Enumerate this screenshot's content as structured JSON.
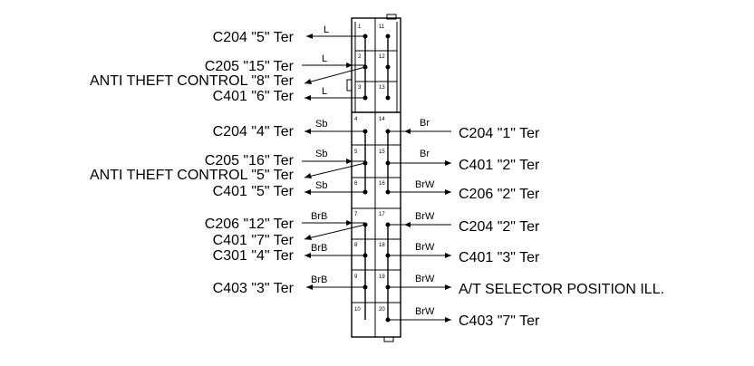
{
  "left_labels": [
    {
      "text": "C204 \"5\" Ter"
    },
    {
      "text": "C205 \"15\" Ter"
    },
    {
      "text": "ANTI THEFT CONTROL \"8\" Ter"
    },
    {
      "text": "C401 \"6\" Ter"
    },
    {
      "text": "C204 \"4\" Ter"
    },
    {
      "text": "C205 \"16\" Ter"
    },
    {
      "text": "ANTI THEFT CONTROL \"5\" Ter"
    },
    {
      "text": "C401 \"5\" Ter"
    },
    {
      "text": "C206 \"12\" Ter"
    },
    {
      "text": "C401 \"7\" Ter"
    },
    {
      "text": "C301 \"4\" Ter"
    },
    {
      "text": "C403 \"3\" Ter"
    }
  ],
  "right_labels": [
    {
      "text": "C204 \"1\" Ter"
    },
    {
      "text": "C401 \"2\" Ter"
    },
    {
      "text": "C206 \"2\" Ter"
    },
    {
      "text": "C204 \"2\" Ter"
    },
    {
      "text": "C401 \"3\" Ter"
    },
    {
      "text": "A/T SELECTOR POSITION ILL."
    },
    {
      "text": "C403 \"7\" Ter"
    }
  ],
  "wire_colors_left": [
    "L",
    "L",
    "L",
    "Sb",
    "Sb",
    "Sb",
    "BrB",
    "BrB",
    "BrB"
  ],
  "wire_colors_right": [
    "Br",
    "Br",
    "BrW",
    "BrW",
    "BrW",
    "BrW",
    "BrW"
  ],
  "pins_left": [
    "1",
    "2",
    "3",
    "4",
    "5",
    "6",
    "7",
    "8",
    "9",
    "10"
  ],
  "pins_right": [
    "11",
    "12",
    "13",
    "14",
    "15",
    "16",
    "17",
    "18",
    "19",
    "20"
  ]
}
